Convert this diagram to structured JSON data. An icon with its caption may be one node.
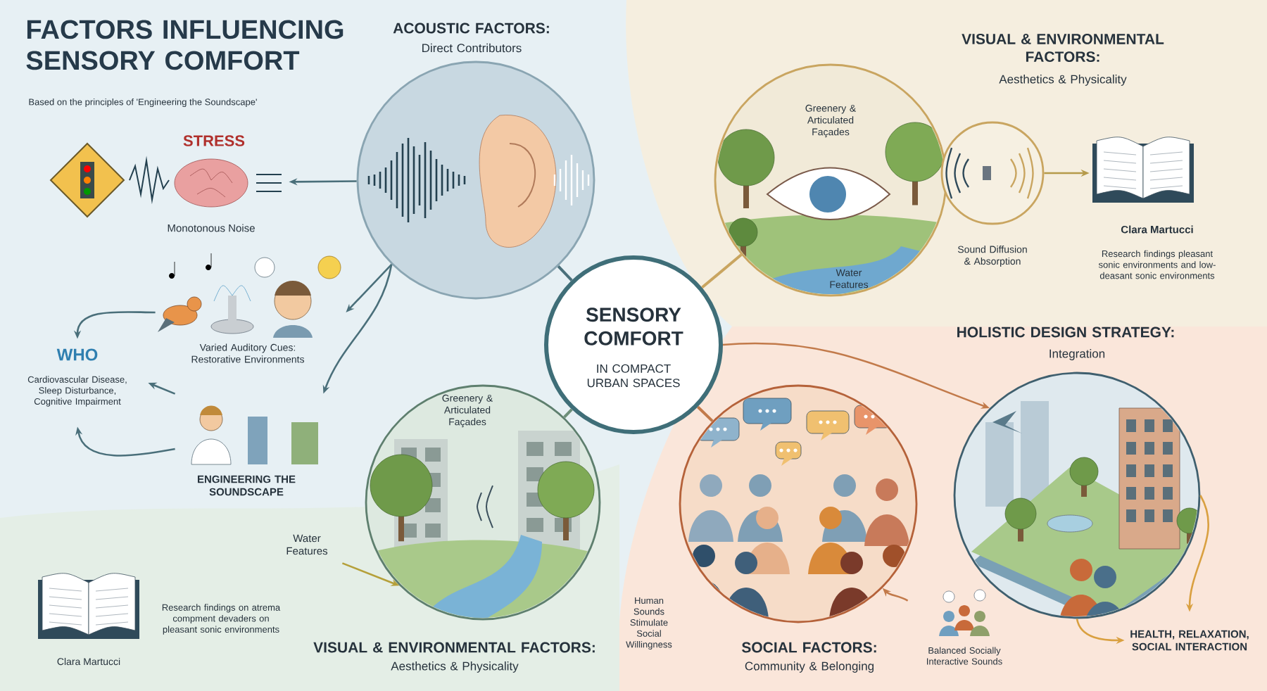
{
  "diagram": {
    "title": "FACTORS INFLUENCING SENSORY COMFORT",
    "nodes": [
      {
        "text": [
          "ACOUSTIC FACTORS:",
          "Direct Contributors"
        ]
      },
      {
        "text": [
          "STRESS",
          "Monotonous Noise"
        ]
      },
      {
        "text": [
          "Varied Auditory Cues: Restorative Environments"
        ]
      },
      {
        "text": [
          "WHO",
          "Cardiovascular Disease, Sleep Disturbance, Cognitive Impairment"
        ]
      },
      {
        "text": [
          "ENGINEERING THE SOUNDSCAPE"
        ]
      },
      {
        "text": [
          "SENSORY COMFORT",
          "IN COMPACT URBAN SPACES"
        ]
      },
      {
        "text": [
          "VISUAL & ENVIRONMENTAL FACTORS:",
          "Aesthetics & Physicality",
          "Greenery & Articulated Façades",
          "Water Features"
        ]
      },
      {
        "text": [
          "Sound Diffusion & Absorption"
        ]
      },
      {
        "text": [
          "Clara Martucci",
          "Research findings pleasant sonic environments and low-deasant sonic environments"
        ]
      },
      {
        "text": [
          "HOLISTIC DESIGN STRATEGY:",
          "Integration"
        ]
      },
      {
        "text": [
          "HEALTH, RELAXATION, SOCIAL INTERACTION"
        ]
      },
      {
        "text": [
          "Greenery & Articulated Façades",
          "VISUAL & ENVIRONMENTAL FACTORS:",
          "Aesthetics & Physicality"
        ]
      },
      {
        "text": [
          "Water Features"
        ]
      },
      {
        "text": [
          "Research findings on atrema compment devaders on pleasant sonic environments",
          "Clara Martucci"
        ]
      },
      {
        "text": [
          "SOCIAL FACTORS:",
          "Community & Belonging"
        ]
      },
      {
        "text": [
          "Human Sounds Stimulate Social Willingness"
        ]
      },
      {
        "text": [
          "Balanced Socially Interactive Sounds"
        ]
      }
    ],
    "edges": [
      {
        "from": 0,
        "to": 1,
        "arrow": "to"
      },
      {
        "from": 0,
        "to": 2,
        "arrow": "to"
      },
      {
        "from": 2,
        "to": 3,
        "arrow": "to"
      },
      {
        "from": 4,
        "to": 3,
        "arrow": "to"
      },
      {
        "from": 4,
        "to": 3,
        "arrow": "to"
      },
      {
        "from": 0,
        "to": 4,
        "arrow": "to"
      },
      {
        "from": 7,
        "to": 8,
        "arrow": "to",
        "color": "#b59a4a"
      },
      {
        "from": 5,
        "to": 9,
        "arrow": "to",
        "color": "#c27a4a"
      },
      {
        "from": 9,
        "to": 10,
        "arrow": "to",
        "color": "#d9a040"
      },
      {
        "from": 9,
        "to": 10,
        "arrow": "to",
        "color": "#d9a040"
      },
      {
        "from": 16,
        "to": 14,
        "arrow": "to",
        "color": "#c27a4a"
      },
      {
        "from": 12,
        "to": 11,
        "arrow": "to",
        "color": "#b5a03a"
      },
      {
        "from": 5,
        "to": 0,
        "arrow": "none"
      },
      {
        "from": 5,
        "to": 6,
        "arrow": "none",
        "color": "#c9a560"
      },
      {
        "from": 5,
        "to": 11,
        "arrow": "none",
        "color": "#6e8f7a"
      },
      {
        "from": 5,
        "to": 14,
        "arrow": "none",
        "color": "#c27a4a"
      }
    ],
    "labels": [
      "Based on the principles of 'Engineering the Soundscape'"
    ]
  }
}
